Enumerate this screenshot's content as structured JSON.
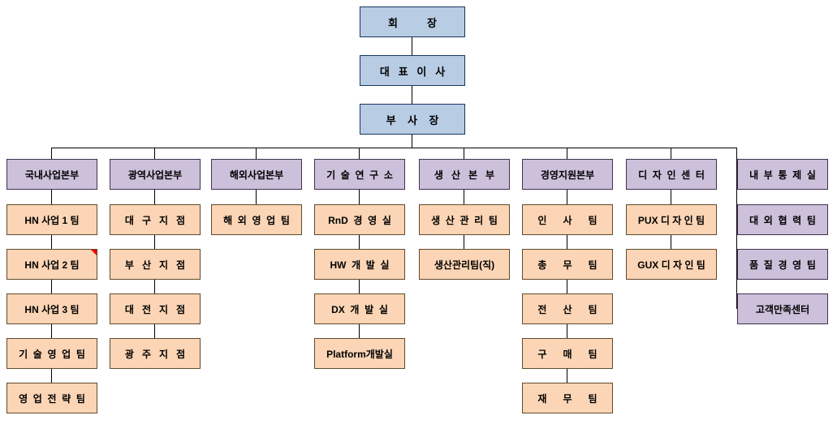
{
  "colors": {
    "background": "#FFFFFF",
    "connector": "#000000",
    "text": "#000000",
    "executive_fill": "#B8CCE4",
    "executive_border": "#17375D",
    "division_fill": "#CCC0DA",
    "division_border": "#3F3151",
    "team_fill": "#FBD5B5",
    "team_border": "#5F4A2E",
    "comment_marker": "#FF0000"
  },
  "executives": [
    {
      "id": "chairman",
      "label": "회          장"
    },
    {
      "id": "ceo",
      "label": "대   표   이   사"
    },
    {
      "id": "vice-president",
      "label": "부    사    장"
    }
  ],
  "divisions": [
    {
      "id": "domestic-business",
      "label": "국내사업본부",
      "teams": [
        "HN 사업 1 팀",
        "HN 사업 2 팀",
        "HN 사업 3 팀",
        "기  술  영  업  팀",
        "영  업  전  략  팀"
      ]
    },
    {
      "id": "regional-business",
      "label": "광역사업본부",
      "teams": [
        "대   구   지   점",
        "부   산   지   점",
        "대   전   지   점",
        "광   주   지   점"
      ]
    },
    {
      "id": "overseas-business",
      "label": "해외사업본부",
      "teams": [
        "해  외  영  업  팀"
      ]
    },
    {
      "id": "tech-research",
      "label": "기  술  연  구  소",
      "teams": [
        "RnD  경  영  실",
        "HW  개  발  실",
        "DX  개  발  실",
        "Platform개발실"
      ]
    },
    {
      "id": "production",
      "label": "생   산   본   부",
      "teams": [
        "생  산  관  리  팀",
        "생산관리팀(직)"
      ]
    },
    {
      "id": "management-support",
      "label": "경영지원본부",
      "teams": [
        "인      사      팀",
        "총      무      팀",
        "전      산      팀",
        "구      매      팀",
        "재      무      팀"
      ]
    },
    {
      "id": "design-center",
      "label": "디  자  인  센  터",
      "teams": [
        "PUX 디 자 인 팀",
        "GUX 디 자 인 팀"
      ]
    }
  ],
  "staff_offices": [
    {
      "id": "internal-control",
      "label": "내  부  통  제  실"
    },
    {
      "id": "external-cooperation",
      "label": "대  외  협  력  팀"
    },
    {
      "id": "quality-management",
      "label": "품  질  경  영  팀"
    },
    {
      "id": "customer-satisfaction",
      "label": "고객만족센터"
    }
  ]
}
